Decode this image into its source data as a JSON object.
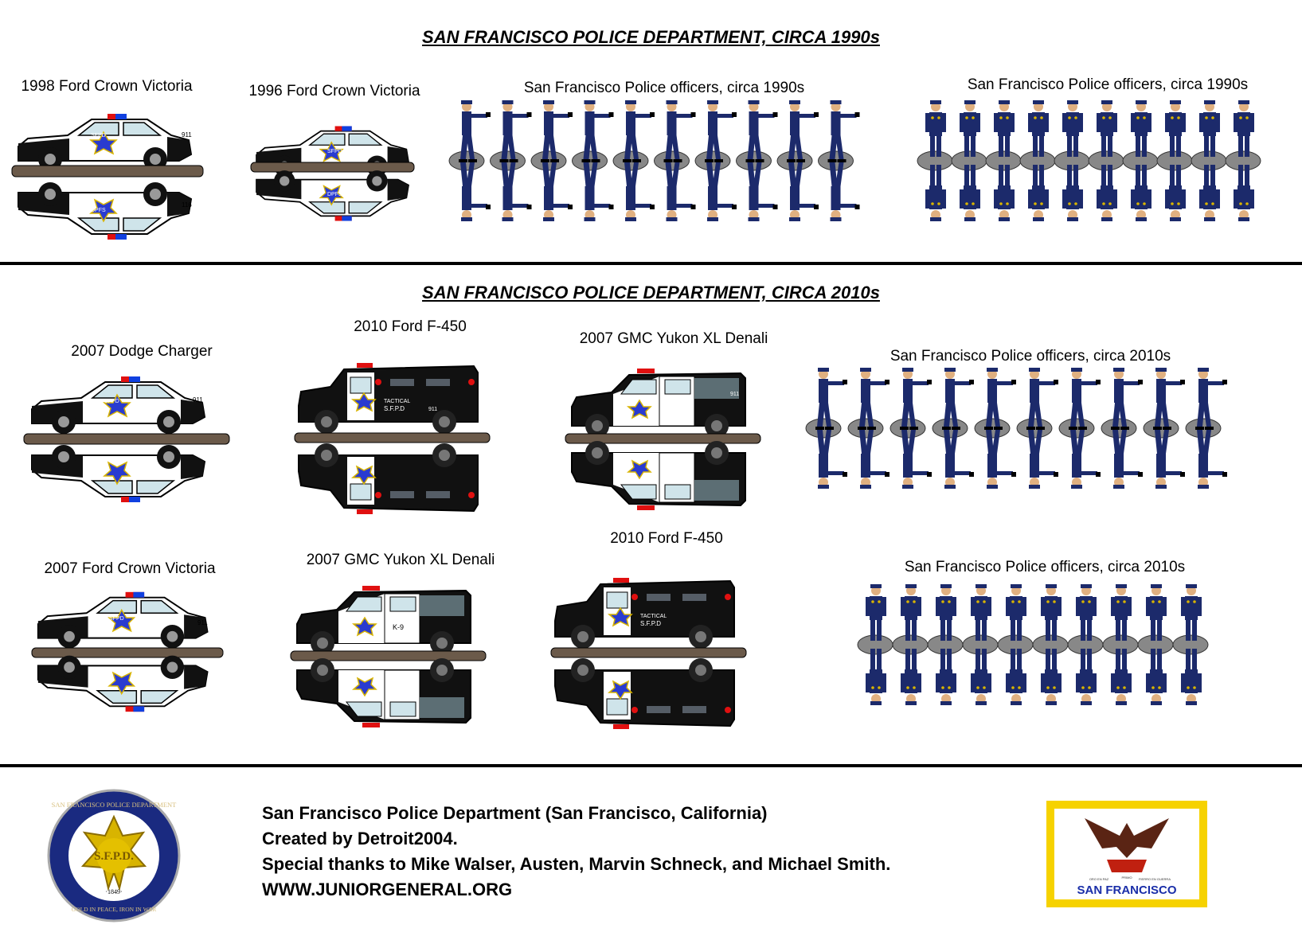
{
  "section_1990s": {
    "title": "SAN FRANCISCO POLICE DEPARTMENT, CIRCA 1990s",
    "labels": [
      "1998 Ford Crown Victoria",
      "1996 Ford Crown Victoria",
      "San Francisco Police officers, circa 1990s",
      "San Francisco Police officers, circa 1990s"
    ]
  },
  "section_2010s": {
    "title": "SAN FRANCISCO POLICE DEPARTMENT, CIRCA 2010s",
    "labels": [
      "2007 Dodge Charger",
      "2010 Ford F-450",
      "2007 GMC Yukon XL Denali",
      "San Francisco Police officers, circa 2010s",
      "2007 Ford Crown Victoria",
      "2007 GMC Yukon XL Denali",
      "2010 Ford F-450",
      "San Francisco Police officers, circa 2010s"
    ]
  },
  "vehicle_markings": {
    "unit": "911",
    "unit_mirror": "116",
    "badge": "SFPD",
    "badge_mirror": "DPFS",
    "tactical": "TACTICAL",
    "sfpd_dots": "S.F.P.D",
    "k9": "K-9"
  },
  "credits": {
    "line1": "San Francisco Police Department (San Francisco, California)",
    "line2": "Created by Detroit2004.",
    "line3": "Special thanks to Mike Walser, Austen, Marvin Schneck, and Michael Smith.",
    "line4": "WWW.JUNIORGENERAL.ORG"
  },
  "seal": {
    "ring_text": "SAN FRANCISCO POLICE DEPARTMENT",
    "center_text": "S.F.P.D.",
    "year": "·1849·",
    "motto": "GOLD IN PEACE, IRON IN WAR"
  },
  "flag": {
    "caption": "SAN FRANCISCO",
    "motto_left": "ORO EN PAZ",
    "motto_right": "FIERRO EN GUERRA",
    "ribbon": "PRIMO"
  },
  "colors": {
    "uniform_navy": "#1c2a6b",
    "badge_blue": "#2a3bd0",
    "badge_gold": "#d8b400",
    "base_gray": "#888888",
    "road_brown": "#6b5a4a",
    "flag_yellow": "#f6d200",
    "flag_blue": "#1a2ea8",
    "flag_red": "#8a1a10",
    "light_red": "#e01010",
    "light_blue": "#1040e0"
  }
}
